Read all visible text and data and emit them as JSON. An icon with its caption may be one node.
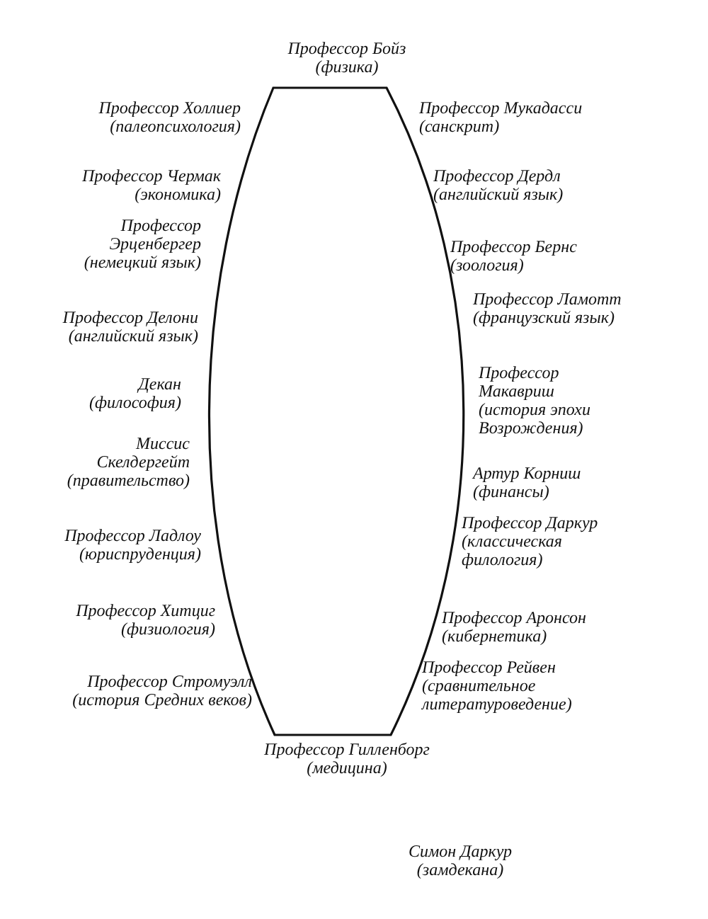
{
  "diagram": {
    "labels": [
      "Профессор Бойз",
      "(физика)",
      "Профессор Холлиер",
      "(палеопсихология)",
      "Профессор Мукадасси",
      "(санскрит)",
      "Профессор Чермак",
      "(экономика)",
      "Профессор Дердл",
      "(английский язык)",
      "Профессор Эрценбергер",
      "(немецкий язык)",
      "Профессор Бернс",
      "(зоология)",
      "Профессор Делони",
      "(английский язык)",
      "Профессор Ламотт",
      "(французский язык)",
      "Декан",
      "(философия)",
      "Профессор Макавриш",
      "(история эпохи Возрождения)",
      "Миссис Скелдергейт",
      "(правительство)",
      "Артур Корниш",
      "(финансы)",
      "Профессор Ладлоу",
      "(юриспруденция)",
      "Профессор Даркур",
      "(классическая филология)",
      "Профессор Хитциг",
      "(физиология)",
      "Профессор Аронсон",
      "(кибернетика)",
      "Профессор Стромуэлл",
      "(история Средних веков)",
      "Профессор Рейвен",
      "(сравнительное литературоведение)",
      "Профессор Гилленборг",
      "(медицина)",
      "Симон Даркур",
      "(замдекана)"
    ]
  }
}
